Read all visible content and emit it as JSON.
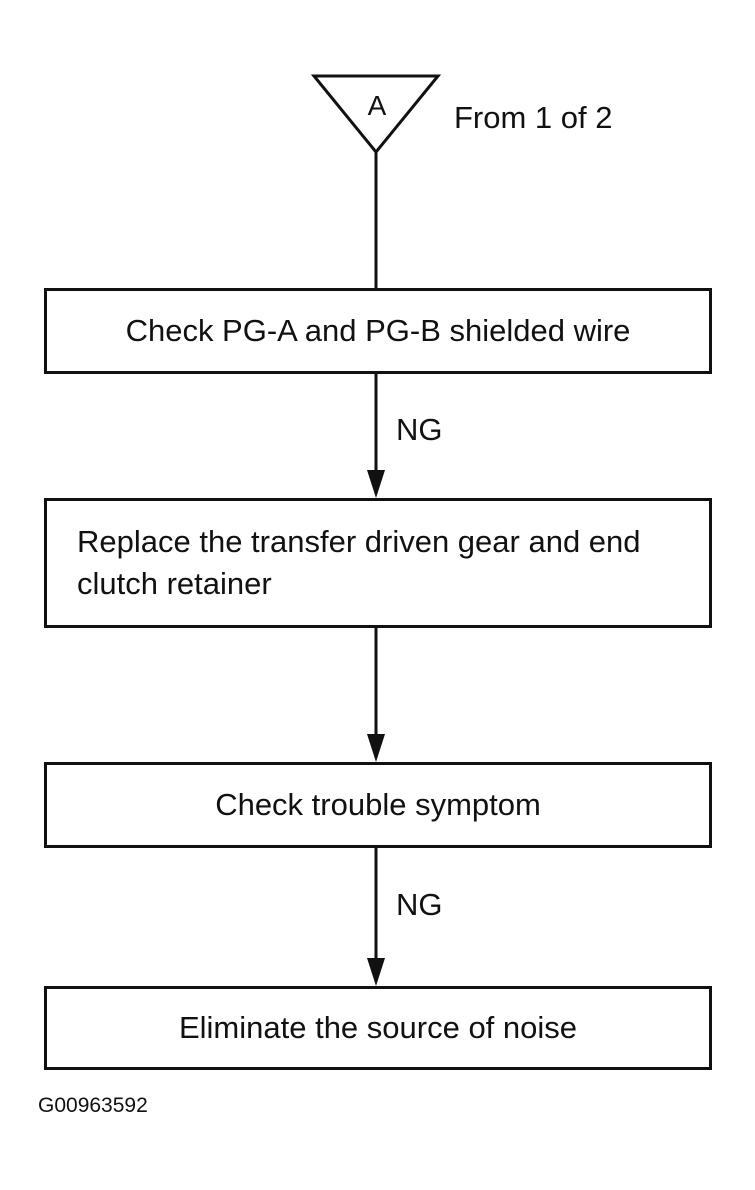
{
  "connector": {
    "letter": "A",
    "note": "From 1 of 2"
  },
  "steps": [
    {
      "text": "Check PG-A and PG-B shielded wire"
    },
    {
      "text": "Replace the transfer driven gear and end clutch retainer"
    },
    {
      "text": "Check trouble symptom"
    },
    {
      "text": "Eliminate the source of noise"
    }
  ],
  "transitions": [
    {
      "label": "NG"
    },
    {
      "label": ""
    },
    {
      "label": "NG"
    }
  ],
  "figure_id": "G00963592"
}
